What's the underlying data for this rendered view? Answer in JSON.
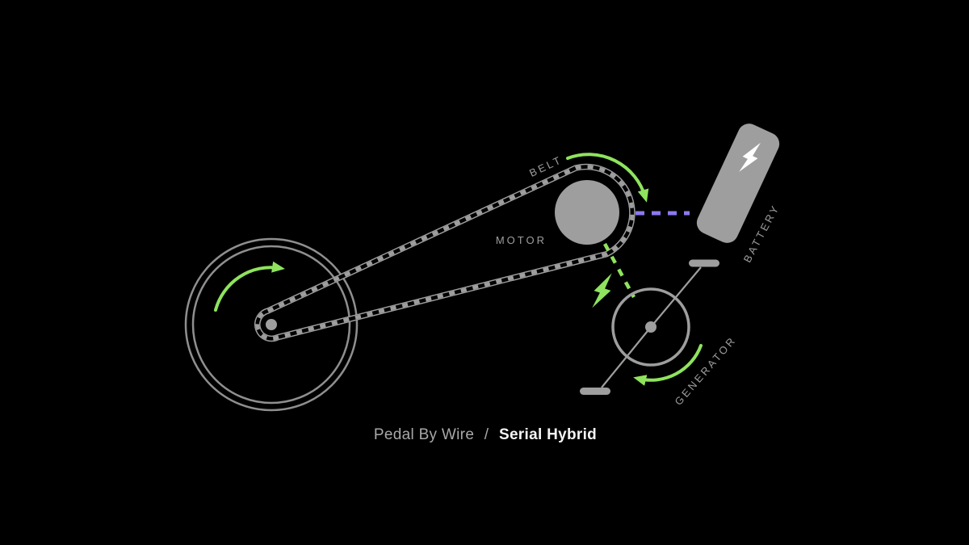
{
  "caption": {
    "prefix": "Pedal By Wire",
    "separator": "/",
    "emphasis": "Serial Hybrid"
  },
  "labels": {
    "belt": "BELT",
    "motor": "MOTOR",
    "battery": "BATTERY",
    "generator": "GENERATOR"
  },
  "icons": {
    "battery_bolt": "lightning-bolt-icon",
    "energy_flow_bolt": "lightning-bolt-icon"
  },
  "colors": {
    "background": "#000000",
    "gray": "#9e9e9e",
    "gray_soft": "#8f8f8f",
    "green": "#8fe35e",
    "purple": "#8a7af0",
    "bolt_white": "#ffffff",
    "caption_text": "#a8a8a8",
    "caption_emphasis": "#f4f4f4"
  }
}
